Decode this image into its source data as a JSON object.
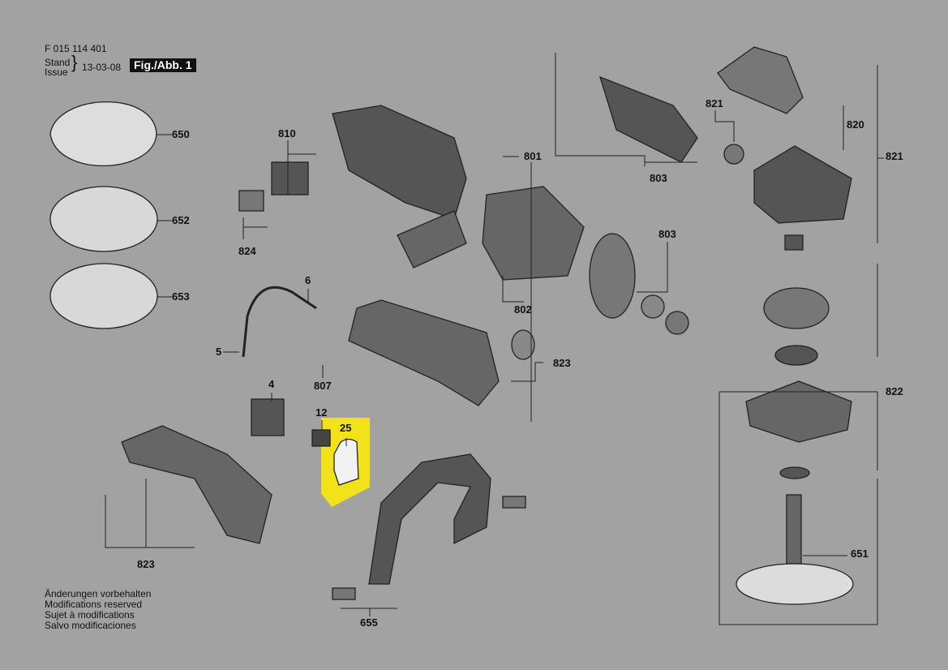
{
  "header": {
    "part_number": "F 015 114 401",
    "stand": "Stand",
    "issue": "Issue",
    "date": "13-03-08",
    "figure": "Fig./Abb. 1"
  },
  "highlight_color": "#f2e21a",
  "labels": [
    "650",
    "810",
    "801",
    "821",
    "820",
    "821",
    "803",
    "652",
    "824",
    "803",
    "6",
    "653",
    "802",
    "5",
    "823",
    "807",
    "4",
    "822",
    "12",
    "25",
    "823",
    "651",
    "655"
  ],
  "footer": [
    "Änderungen vorbehalten",
    "Modifications reserved",
    "Sujet à modifications",
    "Salvo modificaciones"
  ]
}
